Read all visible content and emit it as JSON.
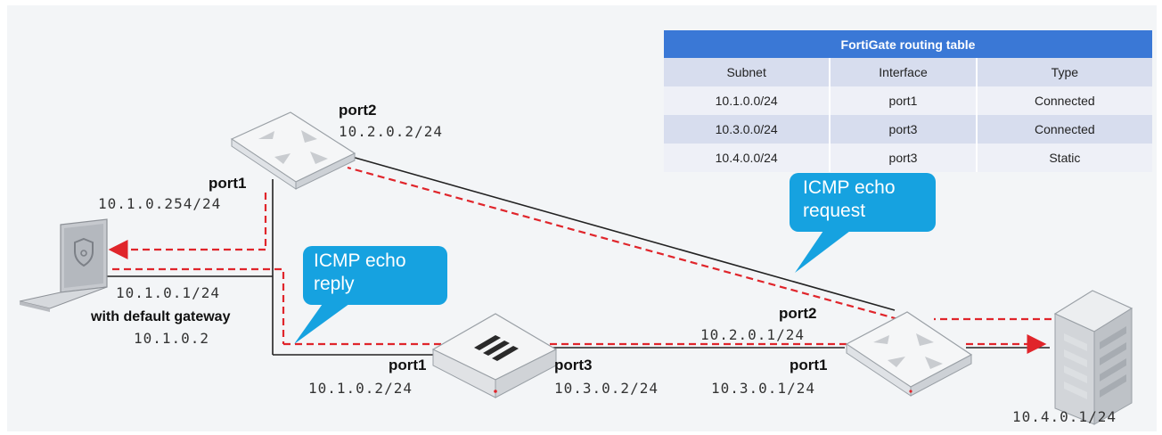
{
  "routing_table": {
    "title": "FortiGate routing table",
    "headers": [
      "Subnet",
      "Interface",
      "Type"
    ],
    "rows": [
      [
        "10.1.0.0/24",
        "port1",
        "Connected"
      ],
      [
        "10.3.0.0/24",
        "port3",
        "Connected"
      ],
      [
        "10.4.0.0/24",
        "port3",
        "Static"
      ]
    ]
  },
  "router_top": {
    "port_a": "port2",
    "ip_a": "10.2.0.2/24",
    "port_b": "port1",
    "ip_b": "10.1.0.254/24"
  },
  "laptop": {
    "ip": "10.1.0.1/24",
    "gateway_label": "with default gateway",
    "gateway_ip": "10.1.0.2"
  },
  "fortigate": {
    "port_a": "port1",
    "ip_a": "10.1.0.2/24",
    "port_b": "port3",
    "ip_b": "10.3.0.2/24"
  },
  "router_right": {
    "port_a": "port2",
    "ip_a": "10.2.0.1/24",
    "port_b": "port1",
    "ip_b": "10.3.0.1/24"
  },
  "server": {
    "ip": "10.4.0.1/24"
  },
  "bubbles": {
    "request": [
      "ICMP echo",
      "request"
    ],
    "reply": [
      "ICMP echo",
      "reply"
    ]
  },
  "colors": {
    "link": "#222222",
    "path": "#e0252b",
    "bubble": "#16a2e0",
    "table_title": "#3a78d6"
  }
}
